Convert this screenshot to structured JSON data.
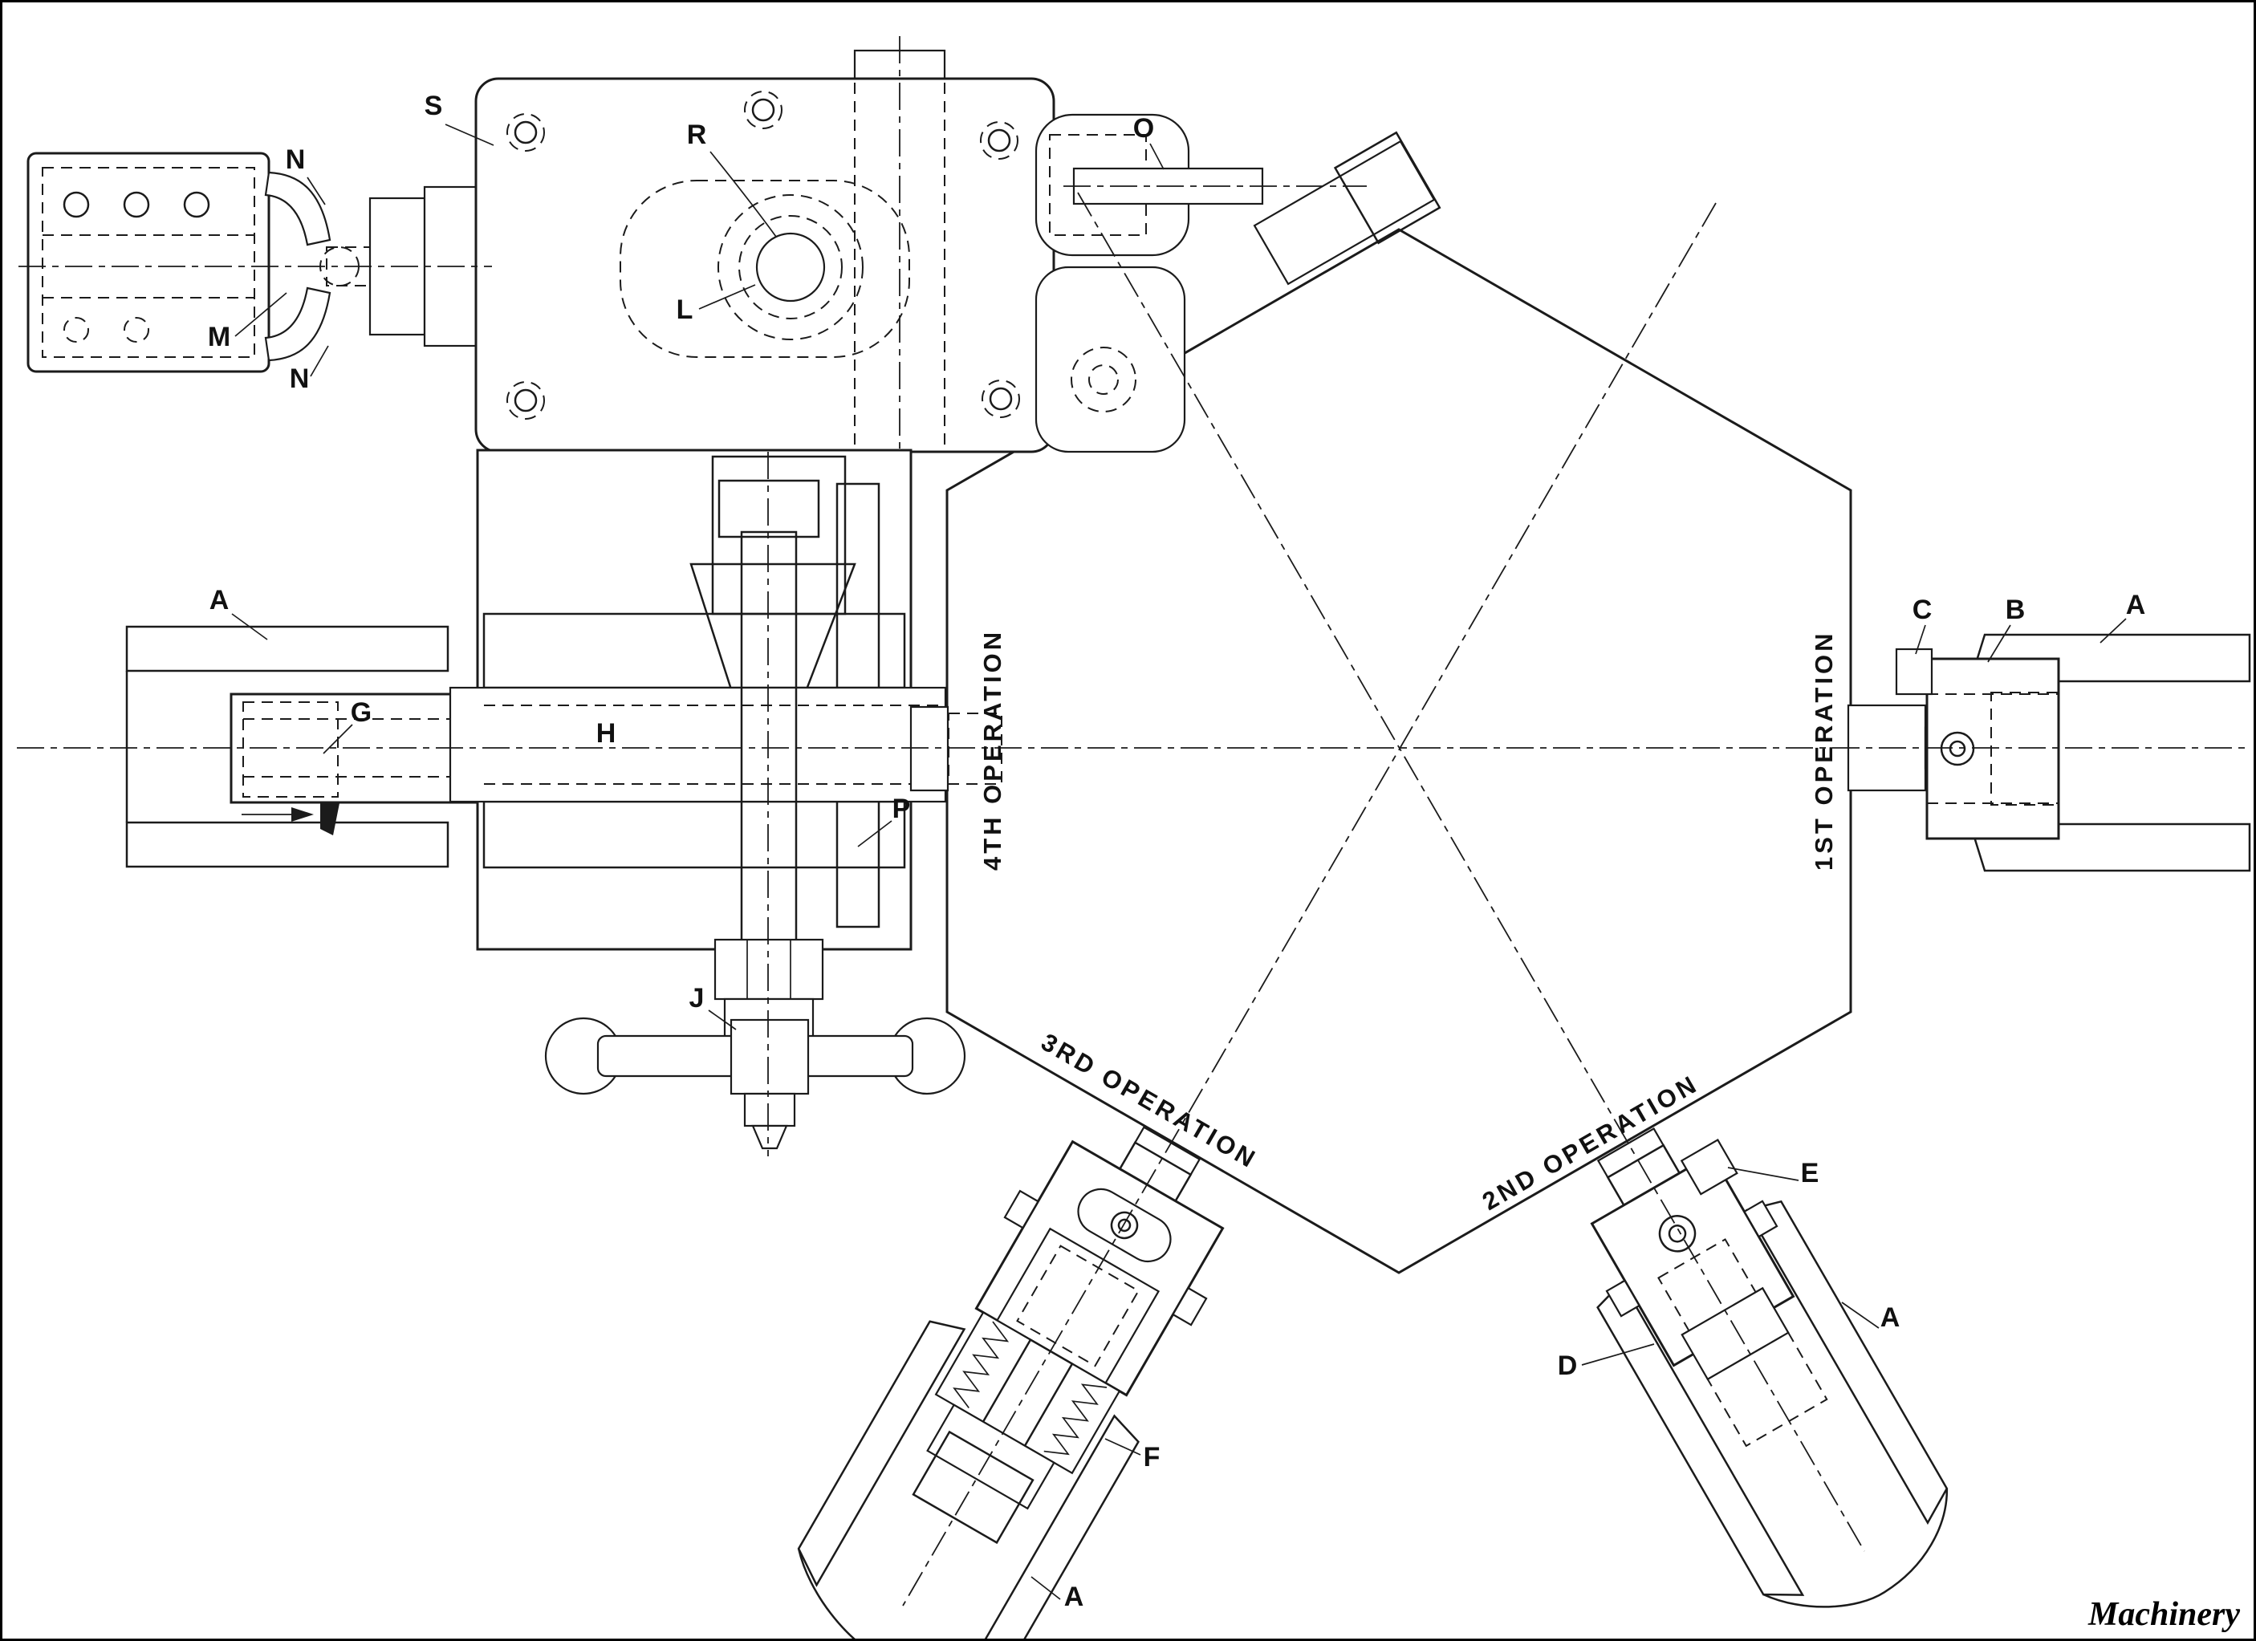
{
  "credit": "Machinery",
  "stations": {
    "first": "1ST OPERATION",
    "second": "2ND OPERATION",
    "third": "3RD OPERATION",
    "fourth": "4TH OPERATION"
  },
  "parts": {
    "S": "S",
    "N_upper": "N",
    "M": "M",
    "N_lower": "N",
    "R": "R",
    "O": "O",
    "L": "L",
    "A_left": "A",
    "G": "G",
    "H": "H",
    "P": "P",
    "J": "J",
    "C": "C",
    "B": "B",
    "A_right": "A",
    "E": "E",
    "D": "D",
    "A_second_op": "A",
    "F": "F",
    "A_third_op": "A"
  }
}
